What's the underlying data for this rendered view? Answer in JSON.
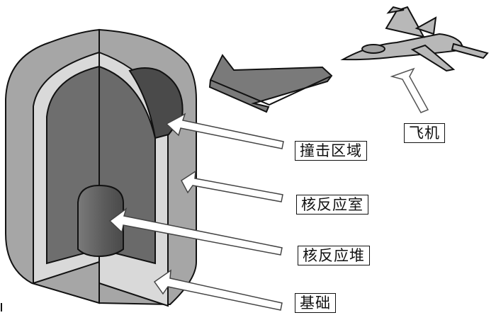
{
  "diagram": {
    "title": "",
    "labels": {
      "airplane": "飞机",
      "impact_zone": "撞击区域",
      "reactor_room": "核反应室",
      "reactor_core": "核反应堆",
      "foundation": "基础"
    },
    "colors": {
      "outer_shell": "#a6a6a6",
      "inner_liner": "#d9d9d9",
      "chamber": "#6e6e6e",
      "impact_patch": "#4a4a4a",
      "core": "#5f5f5f",
      "big_arrow": "#7a7a7a",
      "plane": "#b8b8b8",
      "outline": "#111111"
    }
  }
}
